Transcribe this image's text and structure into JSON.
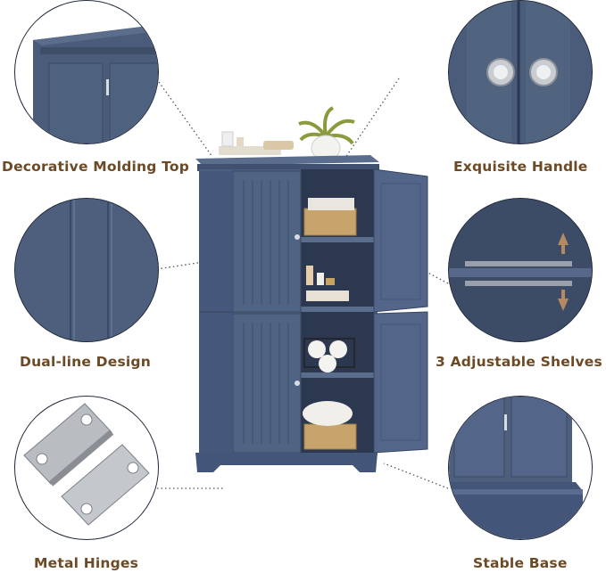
{
  "features": {
    "molding_top": "Decorative Molding Top",
    "handle": "Exquisite Handle",
    "dual_line": "Dual-line Design",
    "shelves": "3 Adjustable Shelves",
    "hinges": "Metal Hinges",
    "base": "Stable Base"
  },
  "colors": {
    "cabinet_blue": "#4d5f7c",
    "label_brown": "#6b4a25"
  }
}
